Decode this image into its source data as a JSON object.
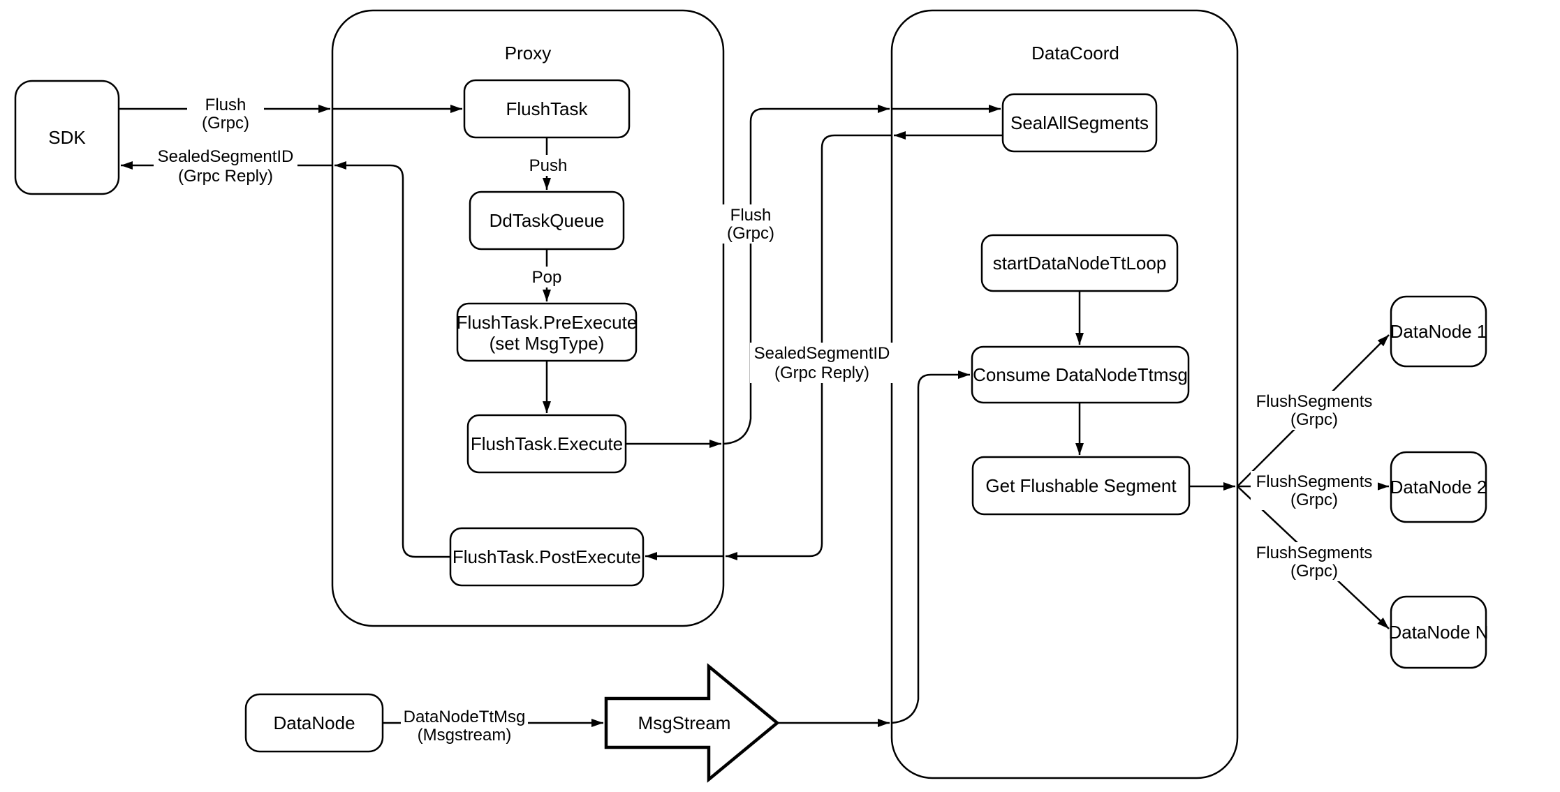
{
  "colors": {
    "background": "#ffffff",
    "stroke": "#000000",
    "node_fill": "#ffffff"
  },
  "containers": {
    "proxy": {
      "title": "Proxy"
    },
    "datacoord": {
      "title": "DataCoord"
    }
  },
  "nodes": {
    "sdk": {
      "label": "SDK"
    },
    "flush_task": {
      "label": "FlushTask"
    },
    "dd_task_queue": {
      "label": "DdTaskQueue"
    },
    "pre_execute": {
      "lines": [
        "FlushTask.PreExecute",
        "(set MsgType)"
      ]
    },
    "execute": {
      "label": "FlushTask.Execute"
    },
    "post_execute": {
      "label": "FlushTask.PostExecute"
    },
    "seal_all_segments": {
      "label": "SealAllSegments"
    },
    "start_datanode_tt_loop": {
      "label": "startDataNodeTtLoop"
    },
    "consume_datanode_ttmsg": {
      "label": "Consume DataNodeTtmsg"
    },
    "get_flushable_segment": {
      "label": "Get Flushable Segment"
    },
    "datanode_1": {
      "label": "DataNode 1"
    },
    "datanode_2": {
      "label": "DataNode 2"
    },
    "datanode_n": {
      "label": "DataNode N"
    },
    "datanode_bottom": {
      "label": "DataNode"
    },
    "msgstream": {
      "label": "MsgStream"
    }
  },
  "edge_labels": {
    "flush_sdk_proxy": [
      "Flush",
      "(Grpc)"
    ],
    "sealed_segment_id_sdk": [
      "SealedSegmentID",
      "(Grpc Reply)"
    ],
    "push": "Push",
    "pop": "Pop",
    "flush_proxy_datacoord": [
      "Flush",
      "(Grpc)"
    ],
    "sealed_segment_id_datacoord": [
      "SealedSegmentID",
      "(Grpc Reply)"
    ],
    "flush_segments_1": [
      "FlushSegments",
      "(Grpc)"
    ],
    "flush_segments_2": [
      "FlushSegments",
      "(Grpc)"
    ],
    "flush_segments_n": [
      "FlushSegments",
      "(Grpc)"
    ],
    "datanode_ttmsg": [
      "DataNodeTtMsg",
      "(Msgstream)"
    ]
  }
}
